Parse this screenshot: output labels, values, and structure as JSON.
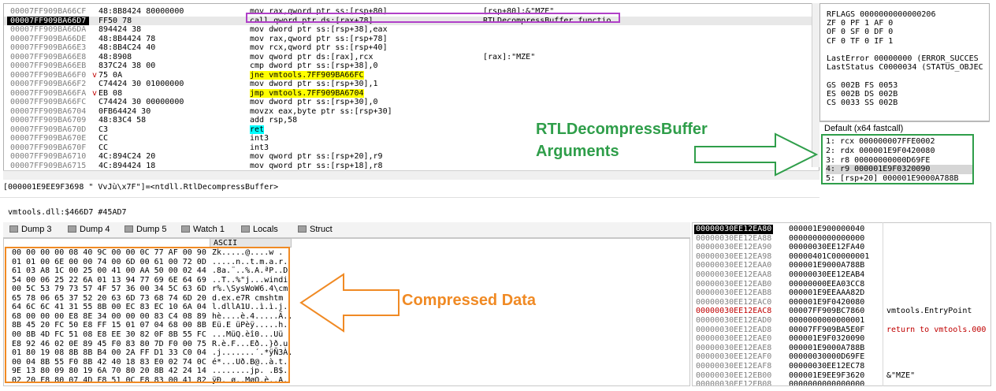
{
  "disassembly": {
    "rows": [
      {
        "addr": "00007FF909BA66CF",
        "arrow": "",
        "bytes": "48:8B8424 80000000",
        "instr": "mov rax,qword ptr ss:[rsp+80]",
        "comment": "[rsp+80]:&\"MZE\""
      },
      {
        "addr": "00007FF909BA66D7",
        "arrow": "",
        "bytes": "FF50 78",
        "instr": "call qword ptr ds:[rax+78]",
        "comment": "RTLDecompressBuffer functio"
      },
      {
        "addr": "00007FF909BA66DA",
        "arrow": "",
        "bytes": "894424 38",
        "instr": "mov dword ptr ss:[rsp+38],eax",
        "comment": ""
      },
      {
        "addr": "00007FF909BA66DE",
        "arrow": "",
        "bytes": "48:8B4424 78",
        "instr": "mov rax,qword ptr ss:[rsp+78]",
        "comment": ""
      },
      {
        "addr": "00007FF909BA66E3",
        "arrow": "",
        "bytes": "48:8B4C24 40",
        "instr": "mov rcx,qword ptr ss:[rsp+40]",
        "comment": ""
      },
      {
        "addr": "00007FF909BA66E8",
        "arrow": "",
        "bytes": "48:8908",
        "instr": "mov qword ptr ds:[rax],rcx",
        "comment": "[rax]:\"MZE\""
      },
      {
        "addr": "00007FF909BA66EB",
        "arrow": "",
        "bytes": "837C24 38 00",
        "instr": "cmp dword ptr ss:[rsp+38],0",
        "comment": ""
      },
      {
        "addr": "00007FF909BA66F0",
        "arrow": "v",
        "bytes": "75 0A",
        "instr": "jne vmtools.7FF909BA66FC",
        "comment": ""
      },
      {
        "addr": "00007FF909BA66F2",
        "arrow": "",
        "bytes": "C74424 30 01000000",
        "instr": "mov dword ptr ss:[rsp+30],1",
        "comment": ""
      },
      {
        "addr": "00007FF909BA66FA",
        "arrow": "v",
        "bytes": "EB 08",
        "instr": "jmp vmtools.7FF909BA6704",
        "comment": ""
      },
      {
        "addr": "00007FF909BA66FC",
        "arrow": "",
        "bytes": "C74424 30 00000000",
        "instr": "mov dword ptr ss:[rsp+30],0",
        "comment": ""
      },
      {
        "addr": "00007FF909BA6704",
        "arrow": "",
        "bytes": "0FB64424 30",
        "instr": "movzx eax,byte ptr ss:[rsp+30]",
        "comment": ""
      },
      {
        "addr": "00007FF909BA6709",
        "arrow": "",
        "bytes": "48:83C4 58",
        "instr": "add rsp,58",
        "comment": ""
      },
      {
        "addr": "00007FF909BA670D",
        "arrow": "",
        "bytes": "C3",
        "instr": "ret",
        "comment": ""
      },
      {
        "addr": "00007FF909BA670E",
        "arrow": "",
        "bytes": "CC",
        "instr": "int3",
        "comment": ""
      },
      {
        "addr": "00007FF909BA670F",
        "arrow": "",
        "bytes": "CC",
        "instr": "int3",
        "comment": ""
      },
      {
        "addr": "00007FF909BA6710",
        "arrow": "",
        "bytes": "4C:894C24 20",
        "instr": "mov qword ptr ss:[rsp+20],r9",
        "comment": ""
      },
      {
        "addr": "00007FF909BA6715",
        "arrow": "",
        "bytes": "4C:894424 18",
        "instr": "mov qword ptr ss:[rsp+18],r8",
        "comment": ""
      }
    ]
  },
  "registers": [
    "RFLAGS   0000000000000206",
    "ZF 0  PF 1  AF 0",
    "OF 0  SF 0  DF 0",
    "CF 0  TF 0  IF 1",
    "",
    "LastError  00000000 (ERROR_SUCCES",
    "LastStatus C0000034 (STATUS_OBJEC",
    "",
    "GS 002B  FS 0053",
    "ES 002B  DS 002B",
    "CS 0033  SS 002B"
  ],
  "call_convention": "Default (x64 fastcall)",
  "args": [
    "1: rcx 000000007FFE0002",
    "2: rdx 000001E9F0420080",
    "3: r8 00000000000D69FE",
    "4: r9 000001E9F0320090",
    "5: [rsp+20] 000001E9000A788B"
  ],
  "info_line1": "[000001E9EE9F3698 \" VvJù\\x7F\"]=<ntdll.RtlDecompressBuffer>",
  "info_line2": "vmtools.dll:$466D7 #45AD7",
  "tabs": [
    {
      "label": "Dump 3"
    },
    {
      "label": "Dump 4"
    },
    {
      "label": "Dump 5"
    },
    {
      "label": "Watch 1"
    },
    {
      "label": "Locals"
    },
    {
      "label": "Struct"
    }
  ],
  "dump": {
    "ascii_header": "ASCII",
    "hex_rows": [
      "00 00 00 00 08 40 9C 00 00 0C 77 AF 00 90",
      "01 01 00 6E 00 00 74 00 6D 00 61 00 72 0D",
      "61 03 A8 1C 00 25 00 41 00 AA 50 00 02 44",
      "54 00 06 25 22 6A 01 13 94 77 69 6E 64 69",
      "00 5C 53 79 73 57 4F 57 36 00 34 5C 63 6D",
      "65 78 06 65 37 52 20 63 6D 73 68 74 6D 20",
      "64 6C 6C 41 31 55 8B 00 EC 83 EC 10 6A 04",
      "68 00 00 00 E8 8E 34 00 00 00 83 C4 08 89",
      "8B 45 20 FC 50 E8 FF 15 01 07 04 68 00 8B",
      "00 8B 4D FC 51 08 E8 EE 30 82 0F 8B 55 FC",
      "E8 92 46 02 0E 89 45 F0 83 80 7D F0 00 75",
      "01 80 19 08 8B 8B B4 00 2A FF D1 33 C0 04",
      "00 04 8B 55 F0 8B 42 40 18 83 E0 02 74 0C",
      "9E 13 80 09 80 19 6A 70 80 20 8B 42 24 14",
      "02 20 F8 80 07 4D F8 51 0C E8 83 00 41 82"
    ],
    "ascii_rows": [
      "Zk.....@....w .",
      ".....n..t.m.a.r.",
      ".8a.¨..%.A.ªP..D",
      "..T..%\"j...windi",
      "r%.\\SysWoW6.4\\cm",
      "d.ex.e7R cmshtm",
      "l.dllA1U..ì.ì.j.",
      "hè....è.4.....Ä..",
      "Eü.E üPèÿ.....h.",
      "...MüQ.èî0...Uü",
      "R.è.F...Eð..}ð.u",
      ".j.......´.*ÿÑ3À.",
      "é*...Uð.B@..à.t.",
      "........jp. .B$.",
      "ÿÐ. ø..MøQ.è..A."
    ]
  },
  "stack": {
    "rows": [
      {
        "addr": "00000030EE12EA80",
        "val": "000001E900000040",
        "comment": "",
        "red": false
      },
      {
        "addr": "00000030EE12EA88",
        "val": "0000000000000000",
        "comment": "",
        "red": false
      },
      {
        "addr": "00000030EE12EA90",
        "val": "00000030EE12FA40",
        "comment": "",
        "red": false
      },
      {
        "addr": "00000030EE12EA98",
        "val": "00000401C00000001",
        "comment": "",
        "red": false
      },
      {
        "addr": "00000030EE12EAA0",
        "val": "000001E9000A788B",
        "comment": "",
        "red": false
      },
      {
        "addr": "00000030EE12EAA8",
        "val": "00000030EE12EAB4",
        "comment": "",
        "red": false
      },
      {
        "addr": "00000030EE12EAB0",
        "val": "00000000EEA03CC8",
        "comment": "",
        "red": false
      },
      {
        "addr": "00000030EE12EAB8",
        "val": "000001E9EEAAA82D",
        "comment": "",
        "red": false
      },
      {
        "addr": "00000030EE12EAC0",
        "val": "000001E9F0420080",
        "comment": "",
        "red": false
      },
      {
        "addr": "00000030EE12EAC8",
        "val": "00007FF909BC7860",
        "comment": "vmtools.EntryPoint",
        "red": true
      },
      {
        "addr": "00000030EE12EAD0",
        "val": "0000000000000001",
        "comment": "",
        "red": false
      },
      {
        "addr": "00000030EE12EAD8",
        "val": "00007FF909BA5E0F",
        "comment": "return to vmtools.000",
        "red": false
      },
      {
        "addr": "00000030EE12EAE0",
        "val": "000001E9F0320090",
        "comment": "",
        "red": false
      },
      {
        "addr": "00000030EE12EAE8",
        "val": "000001E9000A788B",
        "comment": "",
        "red": false
      },
      {
        "addr": "00000030EE12EAF0",
        "val": "00000030000D69FE",
        "comment": "",
        "red": false
      },
      {
        "addr": "00000030EE12EAF8",
        "val": "00000030EE12EC78",
        "comment": "",
        "red": false
      },
      {
        "addr": "00000030EE12EB00",
        "val": "000001E9EE9F3620",
        "comment": "&\"MZE\"",
        "red": false
      },
      {
        "addr": "00000030EE12EB08",
        "val": "0000000000000000",
        "comment": "",
        "red": false
      }
    ]
  },
  "annotations": {
    "rtl_line1": "RTLDecompressBuffer",
    "rtl_line2": "Arguments",
    "compressed": "Compressed Data"
  },
  "colors": {
    "green": "#2f9e4a",
    "orange": "#f08a24",
    "purple": "#b040c8"
  }
}
